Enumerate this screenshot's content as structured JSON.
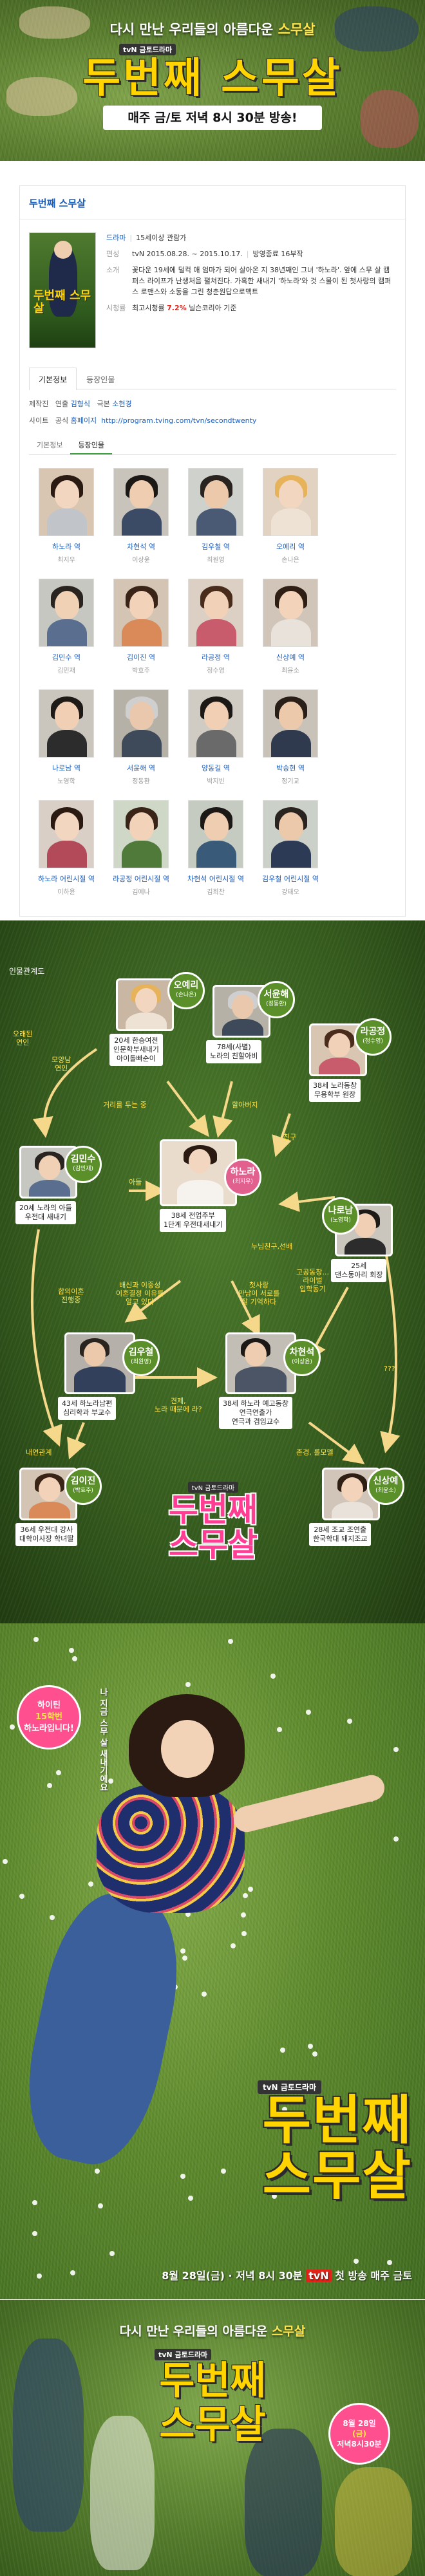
{
  "header": {
    "slogan_prefix": "다시 만난 우리들의 아름다운 ",
    "slogan_highlight": "스무살",
    "channel_badge": "tvN 금토드라마",
    "title": "두번째 스무살",
    "airtime": "매주 금/토 저녁 8시 30분 방송!"
  },
  "info": {
    "title": "두번째 스무살",
    "poster_title": "두번째 스무살",
    "genre": "드라마",
    "rating": "15세이상 관람가",
    "labels": {
      "broadcast": "편성",
      "plot": "소개",
      "viewers": "시청률"
    },
    "broadcast": "tvN 2015.08.28. ~ 2015.10.17.",
    "status": "방영종료 16부작",
    "plot": "꽃다운 19세에 덜컥 애 엄마가 되어 살아온 지 38년째인 그녀 '하노라'. 앞에 스무 살 캠퍼스 라이프가 난생처음 펼쳐진다. 가혹한 새내기 '하노라'와 것 스물이 된 첫사랑의 캠퍼스 로맨스와 소동을 그린 청춘원답으로맥트",
    "viewers_label": "최고시청률",
    "viewers_value": "7.2%",
    "viewers_note": "닐슨코리아 기준"
  },
  "tabs": [
    "기본정보",
    "등장인물"
  ],
  "detail": {
    "prod_label": "제작진",
    "director_label": "연출",
    "director": "김형식",
    "writer_label": "극본",
    "writer": "소현경",
    "site_label": "사이트",
    "site_type": "공식",
    "site_name": "홈페이지",
    "site_url": "http://program.tving.com/tvn/secondtwenty"
  },
  "subtabs": [
    "기본정보",
    "등장인물"
  ],
  "cast": [
    {
      "role": "하노라 역",
      "actor": "최지우"
    },
    {
      "role": "차현석 역",
      "actor": "이상윤"
    },
    {
      "role": "김우철 역",
      "actor": "최원영"
    },
    {
      "role": "오예리 역",
      "actor": "손나은"
    },
    {
      "role": "김민수 역",
      "actor": "김민재"
    },
    {
      "role": "김이진 역",
      "actor": "박효주"
    },
    {
      "role": "라공정 역",
      "actor": "정수영"
    },
    {
      "role": "신상예 역",
      "actor": "최윤소"
    },
    {
      "role": "나로남 역",
      "actor": "노영학"
    },
    {
      "role": "서윤해 역",
      "actor": "정동환"
    },
    {
      "role": "양동길 역",
      "actor": "박지빈"
    },
    {
      "role": "박승현 역",
      "actor": "정기교"
    },
    {
      "role": "하노라 어린시절 역",
      "actor": "이하윤"
    },
    {
      "role": "라공정 어린시절 역",
      "actor": "김예나"
    },
    {
      "role": "차현석 어린시절 역",
      "actor": "김희찬"
    },
    {
      "role": "김우철 어린시절 역",
      "actor": "강태오"
    }
  ],
  "relation": {
    "title": "인물관계도",
    "nodes": {
      "yeri": {
        "name": "오예리",
        "sub": "(손나은)",
        "desc": "20세 한승여전\n인문학부새내기\n아이돌빠순이"
      },
      "seo": {
        "name": "서윤해",
        "sub": "(정동환)",
        "desc": "78세(사별)\n노라의 친할아비"
      },
      "gong": {
        "name": "라공정",
        "sub": "(정수영)",
        "desc": "38세 노라동창\n무용학부 원장"
      },
      "minsu": {
        "name": "김민수",
        "sub": "(김민재)",
        "desc": "20세 노라의 아들\n우전대 새내기"
      },
      "nora": {
        "name": "하노라",
        "sub": "(최지우)",
        "desc": "38세 전업주부\n1단계 우전대새내기"
      },
      "na": {
        "name": "나로남",
        "sub": "(노영학)",
        "desc": "25세\n댄스동아리 회장"
      },
      "woo": {
        "name": "김우철",
        "sub": "(최원영)",
        "desc": "43세 하노라남편\n심리학과 부교수"
      },
      "cha": {
        "name": "차현석",
        "sub": "(이상윤)",
        "desc": "38세 하노라 예고동창\n연극연출가\n연극과 겸임교수"
      },
      "jin": {
        "name": "김이진",
        "sub": "(박효주)",
        "desc": "36세 우전대 강사\n대학이사장 학녀딸"
      },
      "sang": {
        "name": "신상예",
        "sub": "(최윤소)",
        "desc": "28세 조교 조연출\n한국학대 돼지조교"
      }
    },
    "edges": {
      "oldlove": "오래된\n연인",
      "fan": "모양남\n연인",
      "distance": "거리를 두는 중",
      "grandpa": "할아버지",
      "friend": "친구",
      "son": "아들",
      "bestfriend": "누님친구,선배",
      "rival": "고공동창...\n라이벌\n입학동기",
      "affair": "합의이혼\n진행중",
      "scholar": "배신과 이중성\n이혼결정 이유를\n알고 있다",
      "firstlove": "첫사랑\n만남이 서로를\n잘 기억하다",
      "mutual": "견제,\n노라 때문에 라?",
      "colleague": "존경, 롤모델",
      "lover": "내연관계",
      "qqq": "???"
    },
    "logo_tvn": "tvN 금토드라마",
    "logo": "두번째\n스무살"
  },
  "poster": {
    "sticker_line1": "하이틴",
    "sticker_line2": "15학번",
    "sticker_line3": "하노라입니다!",
    "vertical": "나 지금 스무 살 새내기에요",
    "channel": "tvN 금토드라마",
    "title": "두번째\n스무살",
    "date": "8월 28일(금) · 저녁 8시 30분",
    "tvn": "tvN",
    "date_suffix": " 첫 방송 매주 금토"
  },
  "footer": {
    "slogan_prefix": "다시 만난 우리들의 아름다운 ",
    "slogan_highlight": "스무살",
    "channel": "tvN 금토드라마",
    "title": "두번째\n스무살",
    "badge_line1": "8월 28일",
    "badge_line2": "(금)",
    "badge_line3": "저녁8시30분"
  }
}
